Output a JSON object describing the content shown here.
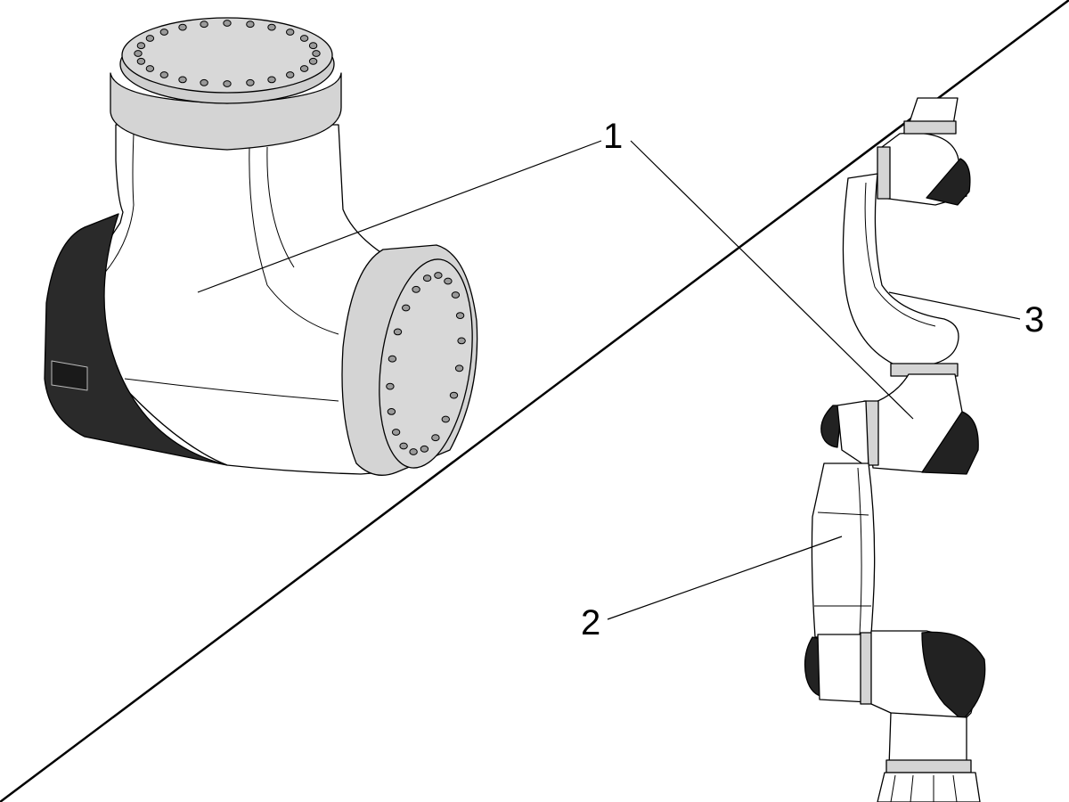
{
  "callouts": [
    {
      "id": "1",
      "label": "1"
    },
    {
      "id": "2",
      "label": "2"
    },
    {
      "id": "3",
      "label": "3"
    }
  ],
  "colors": {
    "background": "#ffffff",
    "outline": "#000000",
    "body_fill": "#ffffff",
    "flange_fill": "#d4d4d4",
    "cover_fill": "#2a2a2a",
    "leader_line": "#000000"
  },
  "icons": {
    "detail_view": "elbow-joint-detail-drawing",
    "overview": "robot-arm-overview-drawing"
  }
}
